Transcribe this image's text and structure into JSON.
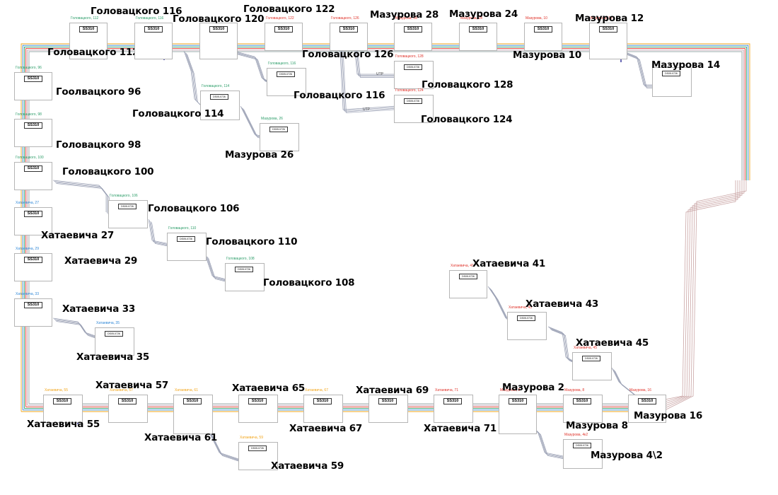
{
  "colors": {
    "green": "#2e9e6a",
    "blue": "#2f87d6",
    "red": "#e0342b",
    "orange": "#f2a51a",
    "wire": "#999999",
    "tap": "#1a1a8c"
  },
  "uplink_label": "UTP",
  "buildings": [
    {
      "id": "g112",
      "small": "Головацкого, 112",
      "tag": "SS310",
      "label": "Головацкого 112",
      "color": "green"
    },
    {
      "id": "g116a",
      "small": "Головацкого, 116",
      "tag": "SS310",
      "label": "Головацкого 116",
      "color": "green"
    },
    {
      "id": "g120",
      "small": "",
      "tag": "SS310",
      "label": "Головацкого 120",
      "color": "green"
    },
    {
      "id": "g122",
      "small": "Головацкого, 122",
      "tag": "SS310",
      "label": "Головацкого 122",
      "color": "red"
    },
    {
      "id": "g126",
      "small": "Головацкого, 126",
      "tag": "SS310",
      "label": "Головацкого 126",
      "color": "red"
    },
    {
      "id": "m28",
      "small": "Мазурова, 28",
      "tag": "SS310",
      "label": "Мазурова 28",
      "color": "red"
    },
    {
      "id": "m24",
      "small": "Мазурова, 24",
      "tag": "SS310",
      "label": "Мазурова 24",
      "color": "red"
    },
    {
      "id": "m10",
      "small": "Мазурова, 10",
      "tag": "SS310",
      "label": "Мазурова 10",
      "color": "red"
    },
    {
      "id": "m12",
      "small": "Мазурова, 12",
      "tag": "SS310",
      "label": "Мазурова 12",
      "color": "red"
    },
    {
      "id": "m14",
      "small": "",
      "tag": "DS05-0726",
      "label": "Мазурова 14",
      "color": "red"
    },
    {
      "id": "g116b",
      "small": "Головацкого, 116",
      "tag": "DS05-0726",
      "label": "Головацкого 116",
      "color": "green"
    },
    {
      "id": "g128",
      "small": "Головацкого, 128",
      "tag": "DS05-0726",
      "label": "Головацкого 128",
      "color": "red"
    },
    {
      "id": "g124",
      "small": "Головацкого, 124",
      "tag": "DS05-0726",
      "label": "Головацкого 124",
      "color": "red"
    },
    {
      "id": "g96",
      "small": "Головацкого, 96",
      "tag": "SS310",
      "label": "Гоолвацкого 96",
      "color": "green"
    },
    {
      "id": "g114",
      "small": "Головацкого, 114",
      "tag": "DS05-0726",
      "label": "Головацкого 114",
      "color": "green"
    },
    {
      "id": "m26",
      "small": "Мазурова, 26",
      "tag": "DS05-0726",
      "label": "Мазурова 26",
      "color": "green"
    },
    {
      "id": "g98",
      "small": "Головацкого, 98",
      "tag": "SS310",
      "label": "Головацкого 98",
      "color": "green"
    },
    {
      "id": "g100",
      "small": "Головацкого, 100",
      "tag": "SS310",
      "label": "Головацкого 100",
      "color": "green"
    },
    {
      "id": "g106",
      "small": "Головацкого, 106",
      "tag": "DS05-0726",
      "label": "Головацкого 106",
      "color": "green"
    },
    {
      "id": "h27",
      "small": "Хатаевича, 27",
      "tag": "SS310",
      "label": "Хатаевича 27",
      "color": "blue"
    },
    {
      "id": "g110",
      "small": "Головацкого, 110",
      "tag": "DS05-0726",
      "label": "Головацкого 110",
      "color": "green"
    },
    {
      "id": "h29",
      "small": "Хатаевича, 29",
      "tag": "SS310",
      "label": "Хатаевича 29",
      "color": "blue"
    },
    {
      "id": "g108",
      "small": "Головацкого, 108",
      "tag": "DS05-0726",
      "label": "Головацкого 108",
      "color": "green"
    },
    {
      "id": "h33",
      "small": "Хатаевича, 33",
      "tag": "SS310",
      "label": "Хатаевича 33",
      "color": "blue"
    },
    {
      "id": "h35",
      "small": "Хатаевича, 35",
      "tag": "DS05-0726",
      "label": "Хатаевича 35",
      "color": "blue"
    },
    {
      "id": "h41",
      "small": "Хатаевича, 41",
      "tag": "DS05-0726",
      "label": "Хатаевича 41",
      "color": "red"
    },
    {
      "id": "h43",
      "small": "Хатаевича, 43",
      "tag": "DS05-0726",
      "label": "Хатаевича 43",
      "color": "red"
    },
    {
      "id": "h45",
      "small": "Хатаевича, 45",
      "tag": "DS05-0726",
      "label": "Хатаевича 45",
      "color": "red"
    },
    {
      "id": "h55",
      "small": "Хатаевича, 55",
      "tag": "SS310",
      "label": "Хатаевича 55",
      "color": "orange"
    },
    {
      "id": "h57",
      "small": "Хатаевича, 57",
      "tag": "SS310",
      "label": "Хатаевича 57",
      "color": "orange"
    },
    {
      "id": "h61",
      "small": "Хатаевича, 61",
      "tag": "SS310",
      "label": "Хатаевича 61",
      "color": "orange"
    },
    {
      "id": "h65",
      "small": "",
      "tag": "SS310",
      "label": "Хатаевича 65",
      "color": "orange"
    },
    {
      "id": "h67",
      "small": "Хатаевича, 67",
      "tag": "SS310",
      "label": "Хатаевича 67",
      "color": "orange"
    },
    {
      "id": "h69",
      "small": "",
      "tag": "SS310",
      "label": "Хатаевича 69",
      "color": "red"
    },
    {
      "id": "h71",
      "small": "Хатаевича, 71",
      "tag": "SS310",
      "label": "Хатаевича 71",
      "color": "red"
    },
    {
      "id": "m2",
      "small": "Мазурова, 2",
      "tag": "SS310",
      "label": "Мазурова 2",
      "color": "red"
    },
    {
      "id": "m8",
      "small": "Мазурова, 8",
      "tag": "SS310",
      "label": "Мазурова 8",
      "color": "red"
    },
    {
      "id": "m16",
      "small": "Мазурова, 16",
      "tag": "SS310",
      "label": "Мазурова 16",
      "color": "red"
    },
    {
      "id": "h59",
      "small": "Хатаевича, 59",
      "tag": "DS05-0726",
      "label": "Хатаевича 59",
      "color": "orange"
    },
    {
      "id": "m4k2",
      "small": "Мазурова, 4к2",
      "tag": "DS05-0726",
      "label": "Мазурова 4\\2",
      "color": "red"
    }
  ]
}
